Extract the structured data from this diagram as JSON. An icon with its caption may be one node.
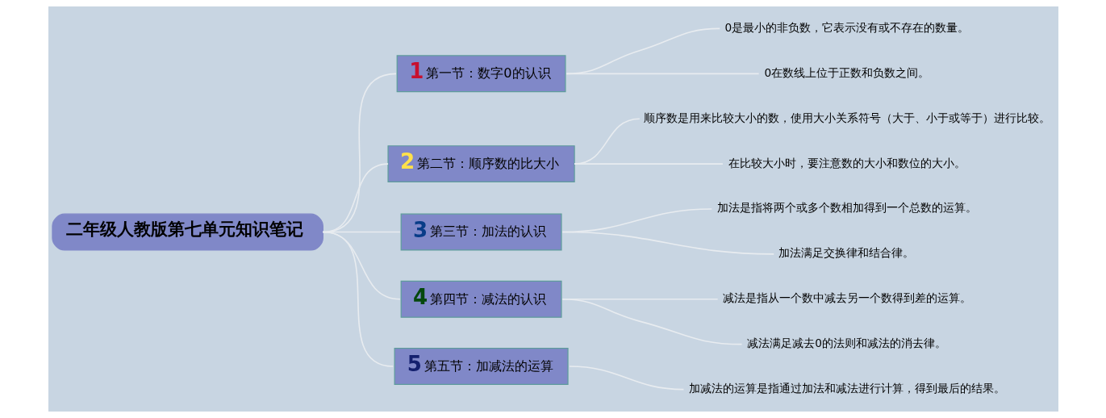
{
  "diagram": {
    "nodes": [
      {
        "text": [
          "二年级人教版第七单元知识笔记"
        ]
      },
      {
        "text": [
          "1",
          "第一节：数字0的认识"
        ]
      },
      {
        "text": [
          "0是最小的非负数，它表示没有或不存在的数量。"
        ]
      },
      {
        "text": [
          "0在数线上位于正数和负数之间。"
        ]
      },
      {
        "text": [
          "2",
          "第二节：顺序数的比大小"
        ]
      },
      {
        "text": [
          "顺序数是用来比较大小的数，使用大小关系符号（大于、小于或等于）进行比较。"
        ]
      },
      {
        "text": [
          "在比较大小时，要注意数的大小和数位的大小。"
        ]
      },
      {
        "text": [
          "3",
          "第三节：加法的认识"
        ]
      },
      {
        "text": [
          "加法是指将两个或多个数相加得到一个总数的运算。"
        ]
      },
      {
        "text": [
          "加法满足交换律和结合律。"
        ]
      },
      {
        "text": [
          "4",
          "第四节：减法的认识"
        ]
      },
      {
        "text": [
          "减法是指从一个数中减去另一个数得到差的运算。"
        ]
      },
      {
        "text": [
          "减法满足减去0的法则和减法的消去律。"
        ]
      },
      {
        "text": [
          "5",
          "第五节：加减法的运算"
        ]
      },
      {
        "text": [
          "加减法的运算是指通过加法和减法进行计算，得到最后的结果。"
        ]
      }
    ],
    "edges": [
      {
        "from": 0,
        "to": 1,
        "arrow": "none"
      },
      {
        "from": 1,
        "to": 2,
        "arrow": "none"
      },
      {
        "from": 1,
        "to": 3,
        "arrow": "none"
      },
      {
        "from": 0,
        "to": 4,
        "arrow": "none"
      },
      {
        "from": 4,
        "to": 5,
        "arrow": "none"
      },
      {
        "from": 4,
        "to": 6,
        "arrow": "none"
      },
      {
        "from": 0,
        "to": 7,
        "arrow": "none"
      },
      {
        "from": 7,
        "to": 8,
        "arrow": "none"
      },
      {
        "from": 7,
        "to": 9,
        "arrow": "none"
      },
      {
        "from": 0,
        "to": 10,
        "arrow": "none"
      },
      {
        "from": 10,
        "to": 11,
        "arrow": "none"
      },
      {
        "from": 10,
        "to": 12,
        "arrow": "none"
      },
      {
        "from": 0,
        "to": 13,
        "arrow": "none"
      },
      {
        "from": 13,
        "to": 14,
        "arrow": "none"
      }
    ]
  }
}
